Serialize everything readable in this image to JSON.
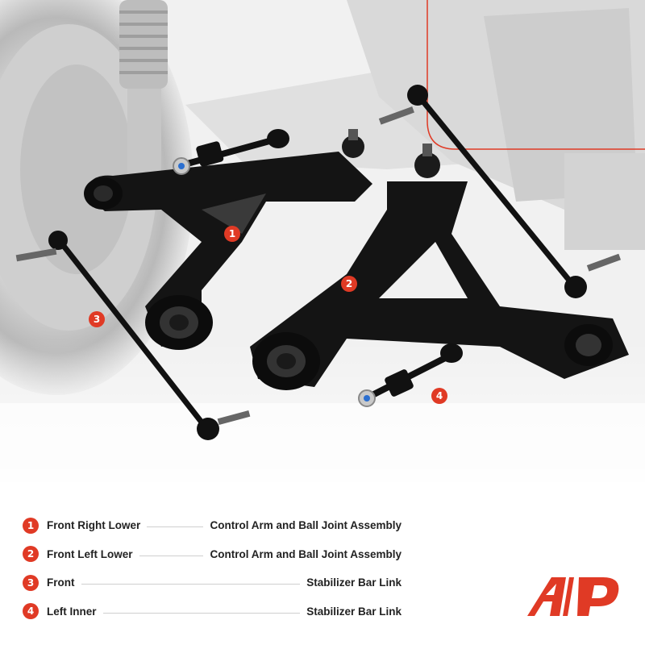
{
  "colors": {
    "accent": "#e03a25",
    "text": "#222222",
    "part": "#111111"
  },
  "callouts": [
    {
      "num": "1"
    },
    {
      "num": "2"
    },
    {
      "num": "3"
    },
    {
      "num": "4"
    }
  ],
  "legend": [
    {
      "num": "1",
      "left": "Front Right Lower",
      "right": "Control Arm and Ball Joint Assembly"
    },
    {
      "num": "2",
      "left": "Front Left Lower",
      "right": "Control Arm and Ball Joint Assembly"
    },
    {
      "num": "3",
      "left": "Front",
      "right": "Stabilizer Bar Link"
    },
    {
      "num": "4",
      "left": "Left Inner",
      "right": "Stabilizer Bar Link"
    }
  ],
  "logo": {
    "icon": "a-premium-logo-icon"
  }
}
